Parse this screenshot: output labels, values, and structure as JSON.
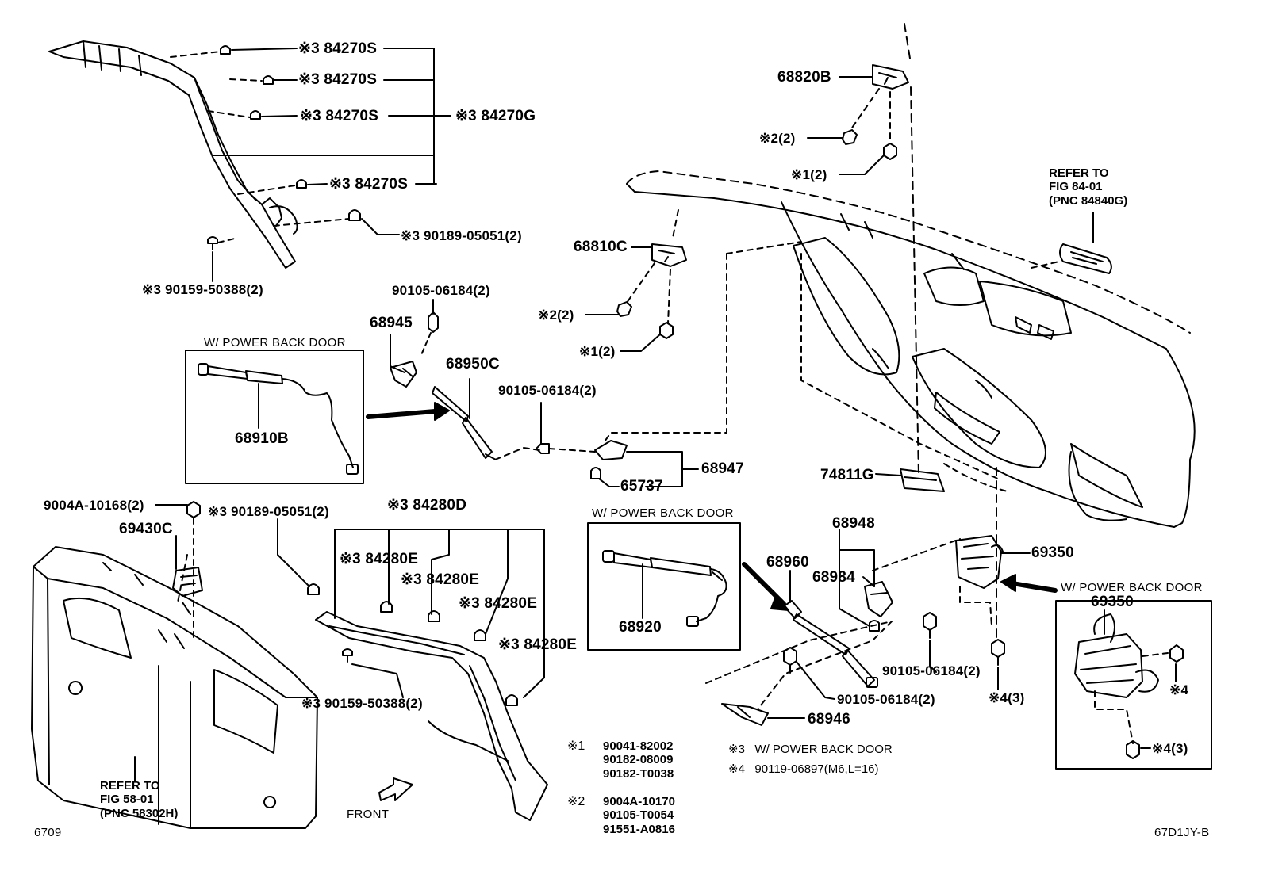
{
  "page_id": "6709",
  "figure_id": "67D1JY-B",
  "labels": {
    "l_84270S_1": "※3 84270S",
    "l_84270S_2": "※3 84270S",
    "l_84270S_3": "※3 84270S",
    "l_84270G": "※3 84270G",
    "l_84270S_4": "※3 84270S",
    "l_90189_top": "※3 90189-05051(2)",
    "l_90159_top": "※3 90159-50388(2)",
    "l_68820B": "68820B",
    "l_x2_top": "※2(2)",
    "l_x1_top": "※1(2)",
    "l_68810C": "68810C",
    "l_x2_mid": "※2(2)",
    "l_x1_mid": "※1(2)",
    "l_90105_a": "90105-06184(2)",
    "l_68945": "68945",
    "l_68950C": "68950C",
    "l_90105_b": "90105-06184(2)",
    "l_68910B": "68910B",
    "l_68947": "68947",
    "l_65737": "65737",
    "l_74811G": "74811G",
    "l_9004A": "9004A-10168(2)",
    "l_90189_mid": "※3 90189-05051(2)",
    "l_69430C": "69430C",
    "l_84280D": "※3 84280D",
    "l_84280E_1": "※3 84280E",
    "l_84280E_2": "※3 84280E",
    "l_84280E_3": "※3 84280E",
    "l_84280E_4": "※3 84280E",
    "l_90159_mid": "※3 90159-50388(2)",
    "l_68948": "68948",
    "l_68984": "68984",
    "l_68960": "68960",
    "l_68920": "68920",
    "l_69350_main": "69350",
    "l_69350_box": "69350",
    "l_90105_c": "90105-06184(2)",
    "l_90105_d": "90105-06184(2)",
    "l_68946": "68946",
    "l_x4_3_main": "※4(3)",
    "l_x4_box": "※4",
    "l_x4_3_box": "※4(3)",
    "front": "FRONT"
  },
  "box_titles": {
    "box1": "W/ POWER BACK DOOR",
    "box2": "W/ POWER BACK DOOR",
    "box3": "W/ POWER BACK DOOR"
  },
  "refer_notes": {
    "refer_84": "REFER TO\nFIG 84-01\n(PNC 84840G)",
    "refer_58": "REFER TO\nFIG 58-01\n(PNC 58302H)"
  },
  "footnotes": {
    "x1_mark": "※1",
    "x1_parts": "90041-82002\n90182-08009\n90182-T0038",
    "x2_mark": "※2",
    "x2_parts": "9004A-10170\n90105-T0054\n91551-A0816",
    "x3": "※3   W/ POWER BACK DOOR",
    "x4": "※4   90119-06897(M6,L=16)"
  }
}
